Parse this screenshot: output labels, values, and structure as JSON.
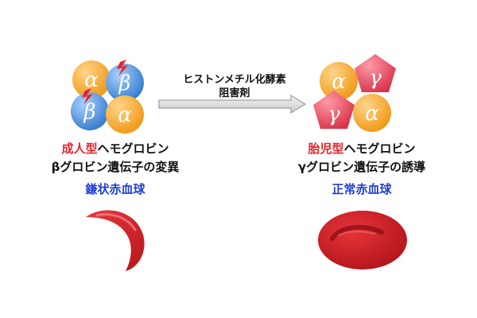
{
  "arrow": {
    "label_line1": "ヒストンメチル化酵素",
    "label_line2": "阻害剤"
  },
  "left": {
    "subunits": [
      "α",
      "β",
      "β",
      "α"
    ],
    "line1_highlight": "成人型",
    "line1_rest": "ヘモグロビン",
    "line2": "βグロビン遺伝子の変異",
    "cell_label": "鎌状赤血球"
  },
  "right": {
    "subunits": [
      "α",
      "γ",
      "γ",
      "α"
    ],
    "line1_highlight": "胎児型",
    "line1_rest": "ヘモグロビン",
    "line2": "γグロビン遺伝子の誘導",
    "cell_label": "正常赤血球"
  },
  "colors": {
    "alpha_orange": "#f5a623",
    "beta_blue": "#4a90d9",
    "gamma_pink": "#e84a5f",
    "highlight_red": "#e8222a",
    "label_blue": "#1f3fd6",
    "blood_red": "#c81d25"
  }
}
